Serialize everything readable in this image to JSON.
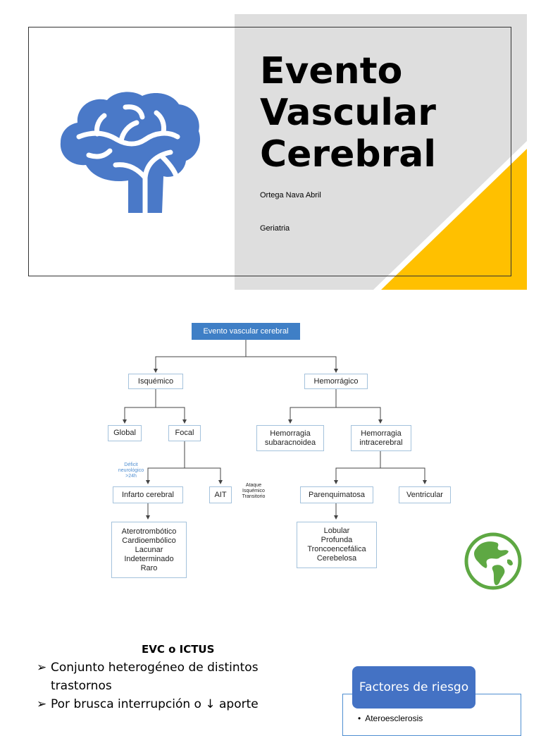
{
  "slide1": {
    "title_lines": [
      "Evento",
      "Vascular",
      "Cerebral"
    ],
    "author": "Ortega Nava Abril",
    "subject": "Geriatria",
    "icon": "brain-icon",
    "colors": {
      "panel": "#dedede",
      "accent": "#ffc000",
      "icon": "#4a79c8"
    }
  },
  "slide2": {
    "diagram": {
      "root": "Evento vascular cerebral",
      "isquemico": "Isquémico",
      "hemorragico": "Hemorrágico",
      "global": "Global",
      "focal": "Focal",
      "hem_subaracnoidea": "Hemorragia\nsubaracnoidea",
      "hem_intracerebral": "Hemorragia\nintracerebral",
      "infarto": "Infarto cerebral",
      "ait": "AIT",
      "parenquimatosa": "Parenquimatosa",
      "ventricular": "Ventricular",
      "infarto_types": "Aterotrombótico\nCardioembólico\nLacunar\nIndeterminado\nRaro",
      "parenq_types": "Lobular\nProfunda\nTroncoencefálica\nCerebelosa",
      "note_deficit": "Déficit\nneurológico\n>24h",
      "note_ait": "Ataque\nIsquémico\nTransitorio"
    },
    "icon": "globe-icon",
    "colors": {
      "root_fill": "#3f7fc6",
      "node_border": "#a4c2dc",
      "globe": "#5ea843"
    }
  },
  "slide3": {
    "heading": "EVC o ICTUS",
    "bullet_marker": "➢",
    "bullets": [
      "Conjunto heterogéneo de distintos trastornos",
      "Por brusca interrupción o ↓ aporte"
    ],
    "factors_title": "Factores de riesgo",
    "factors_first": "Ateroesclerosis"
  }
}
